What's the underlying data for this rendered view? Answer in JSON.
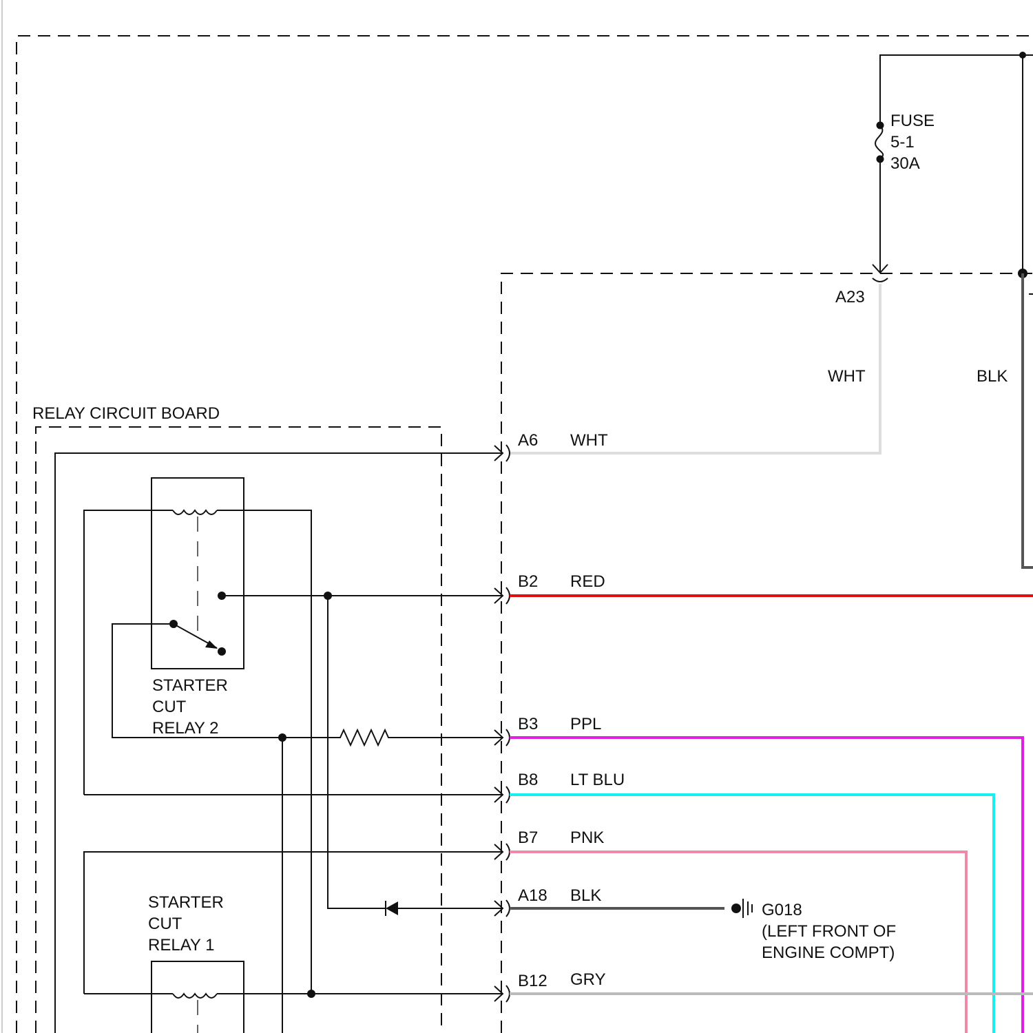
{
  "labels": {
    "relay_board": "RELAY CIRCUIT BOARD",
    "fuse_name": "FUSE",
    "fuse_number": "5-1",
    "fuse_rating": "30A",
    "relay2_line1": "STARTER",
    "relay2_line2": "CUT",
    "relay2_line3": "RELAY 2",
    "relay1_line1": "STARTER",
    "relay1_line2": "CUT",
    "relay1_line3": "RELAY 1",
    "ground_id": "G018",
    "ground_loc1": "(LEFT FRONT OF",
    "ground_loc2": "ENGINE COMPT)"
  },
  "connectors": {
    "a23": {
      "pin": "A23",
      "color": "WHT"
    },
    "a23_blk": {
      "color": "BLK"
    },
    "a6": {
      "pin": "A6",
      "color": "WHT"
    },
    "b2": {
      "pin": "B2",
      "color": "RED"
    },
    "b3": {
      "pin": "B3",
      "color": "PPL"
    },
    "b8": {
      "pin": "B8",
      "color": "LT BLU"
    },
    "b7": {
      "pin": "B7",
      "color": "PNK"
    },
    "a18": {
      "pin": "A18",
      "color": "BLK"
    },
    "b12": {
      "pin": "B12",
      "color": "GRY"
    }
  },
  "wire_colors": {
    "WHT": "#dddddd",
    "BLK": "#555555",
    "RED": "#e01010",
    "PPL": "#e020e0",
    "LT BLU": "#18f0f0",
    "PNK": "#f088a8",
    "GRY": "#bbbbbb"
  }
}
